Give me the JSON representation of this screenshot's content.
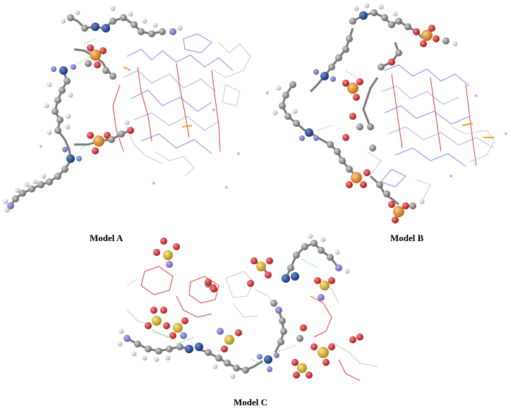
{
  "panels": [
    {
      "id": "a",
      "label": "Model A"
    },
    {
      "id": "b",
      "label": "Model B"
    },
    {
      "id": "c",
      "label": "Model C"
    }
  ],
  "colors": {
    "carbon": "#8c8c8c",
    "hydrogen": "#e6e6e6",
    "nitrogen": "#1f3f8f",
    "oxygen": "#d42020",
    "phosphorus": "#e08a1c",
    "sulfur": "#d9b21f",
    "hbond": "#4cd964",
    "wire_nitrogen": "#8a8af0",
    "wire_oxygen": "#e03a3a",
    "wire_phosphorus": "#f0a030",
    "counterion": "#8a3ad8"
  }
}
